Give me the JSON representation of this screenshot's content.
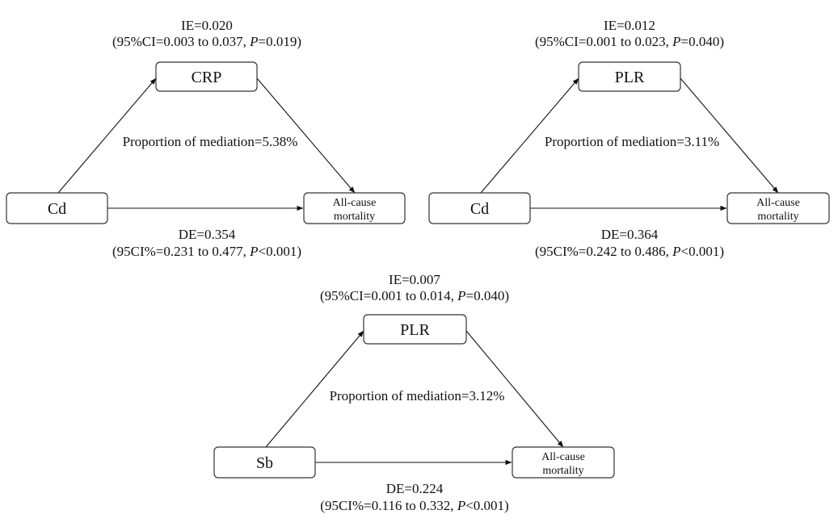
{
  "diagrams": [
    {
      "mediator": "CRP",
      "exposure": "Cd",
      "outcome_line1": "All-cause",
      "outcome_line2": "mortality",
      "ie_label": "IE=0.020",
      "ie_ci_prefix": "(95%CI=0.003 to 0.037, ",
      "ie_p_symbol": "P",
      "ie_p_rest": "=0.019)",
      "proportion": "Proportion of mediation=5.38%",
      "de_label": "DE=0.354",
      "de_ci_prefix": "(95CI%=0.231 to 0.477, ",
      "de_p_symbol": "P",
      "de_p_rest": "<0.001)"
    },
    {
      "mediator": "PLR",
      "exposure": "Cd",
      "outcome_line1": "All-cause",
      "outcome_line2": "mortality",
      "ie_label": "IE=0.012",
      "ie_ci_prefix": "(95%CI=0.001 to 0.023, ",
      "ie_p_symbol": "P",
      "ie_p_rest": "=0.040)",
      "proportion": "Proportion of mediation=3.11%",
      "de_label": "DE=0.364",
      "de_ci_prefix": "(95CI%=0.242 to 0.486, ",
      "de_p_symbol": "P",
      "de_p_rest": "<0.001)"
    },
    {
      "mediator": "PLR",
      "exposure": "Sb",
      "outcome_line1": "All-cause",
      "outcome_line2": "mortality",
      "ie_label": "IE=0.007",
      "ie_ci_prefix": "(95%CI=0.001 to 0.014, ",
      "ie_p_symbol": "P",
      "ie_p_rest": "=0.040)",
      "proportion": "Proportion of mediation=3.12%",
      "de_label": "DE=0.224",
      "de_ci_prefix": "(95CI%=0.116 to 0.332, ",
      "de_p_symbol": "P",
      "de_p_rest": "<0.001)"
    }
  ]
}
